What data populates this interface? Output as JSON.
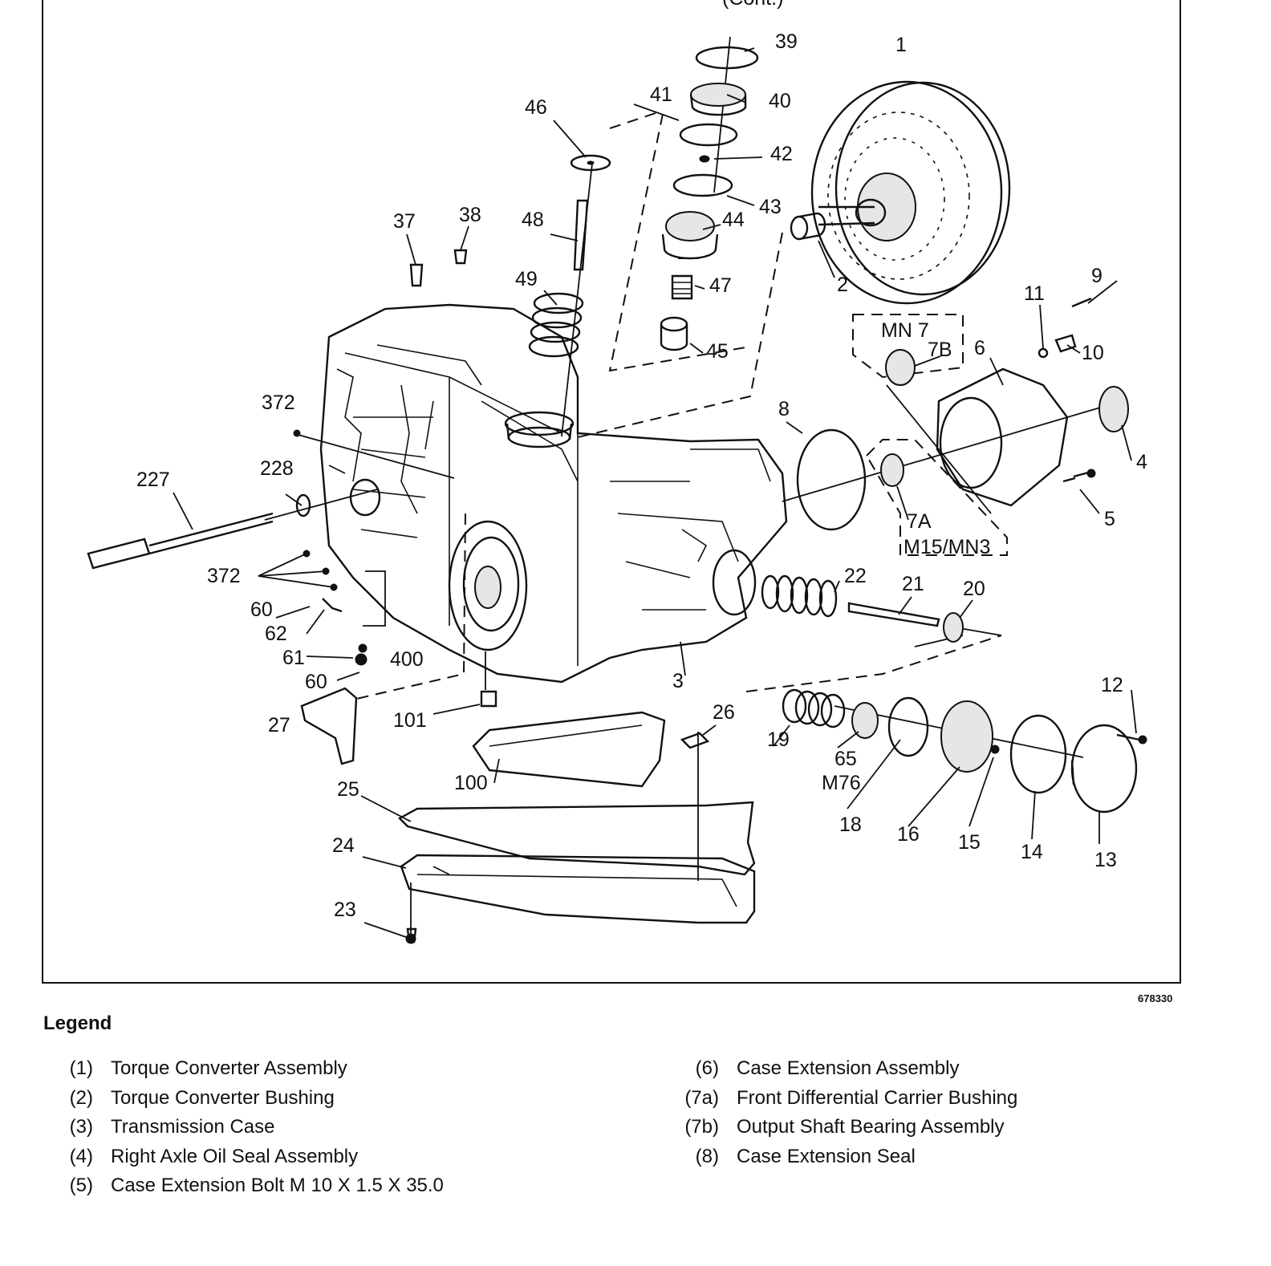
{
  "header": {
    "partial_title": "(Cont.)"
  },
  "figure_id": "678330",
  "callouts": {
    "c1": "1",
    "c2": "2",
    "c3": "3",
    "c4": "4",
    "c5": "5",
    "c6": "6",
    "c7a": "7A",
    "c7b": "7B",
    "c8": "8",
    "c9": "9",
    "c10": "10",
    "c11": "11",
    "c12": "12",
    "c13": "13",
    "c14": "14",
    "c15": "15",
    "c16": "16",
    "c18": "18",
    "c19": "19",
    "c20": "20",
    "c21": "21",
    "c22": "22",
    "c23": "23",
    "c24": "24",
    "c25": "25",
    "c26": "26",
    "c27": "27",
    "c37": "37",
    "c38": "38",
    "c39": "39",
    "c40": "40",
    "c41": "41",
    "c42": "42",
    "c43": "43",
    "c44": "44",
    "c45": "45",
    "c46": "46",
    "c47": "47",
    "c48": "48",
    "c49": "49",
    "c60a": "60",
    "c60b": "60",
    "c61": "61",
    "c62": "62",
    "c65": "65",
    "c100": "100",
    "c101": "101",
    "c227": "227",
    "c228": "228",
    "c372a": "372",
    "c372b": "372",
    "c400": "400"
  },
  "option_codes": {
    "mn7": "MN 7",
    "m15mn3": "M15/MN3",
    "m76": "M76"
  },
  "legend": {
    "title": "Legend",
    "left": [
      {
        "num": "(1)",
        "text": "Torque Converter Assembly"
      },
      {
        "num": "(2)",
        "text": "Torque Converter Bushing"
      },
      {
        "num": "(3)",
        "text": "Transmission Case"
      },
      {
        "num": "(4)",
        "text": "Right Axle Oil Seal Assembly"
      },
      {
        "num": "(5)",
        "text": "Case Extension Bolt M 10 X 1.5 X 35.0"
      }
    ],
    "right": [
      {
        "num": "(6)",
        "text": "Case Extension Assembly"
      },
      {
        "num": "(7a)",
        "text": "Front Differential Carrier Bushing"
      },
      {
        "num": "(7b)",
        "text": "Output Shaft Bearing Assembly"
      },
      {
        "num": "(8)",
        "text": "Case Extension Seal"
      }
    ]
  }
}
